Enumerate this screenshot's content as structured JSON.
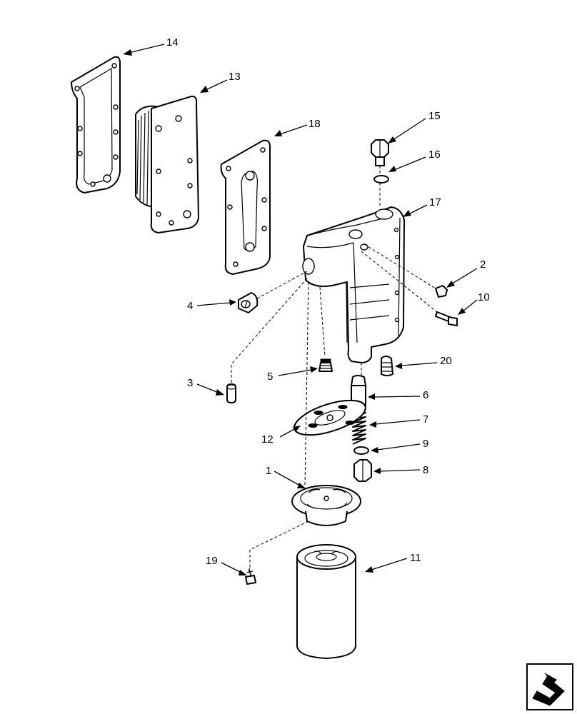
{
  "callouts": {
    "c1": "1",
    "c2": "2",
    "c3": "3",
    "c4": "4",
    "c5": "5",
    "c6": "6",
    "c7": "7",
    "c8": "8",
    "c9": "9",
    "c10": "10",
    "c11": "11",
    "c12": "12",
    "c13": "13",
    "c14": "14",
    "c15": "15",
    "c16": "16",
    "c17": "17",
    "c18": "18",
    "c19": "19",
    "c20": "20"
  },
  "nav_icon": "next-page-arrow-icon"
}
